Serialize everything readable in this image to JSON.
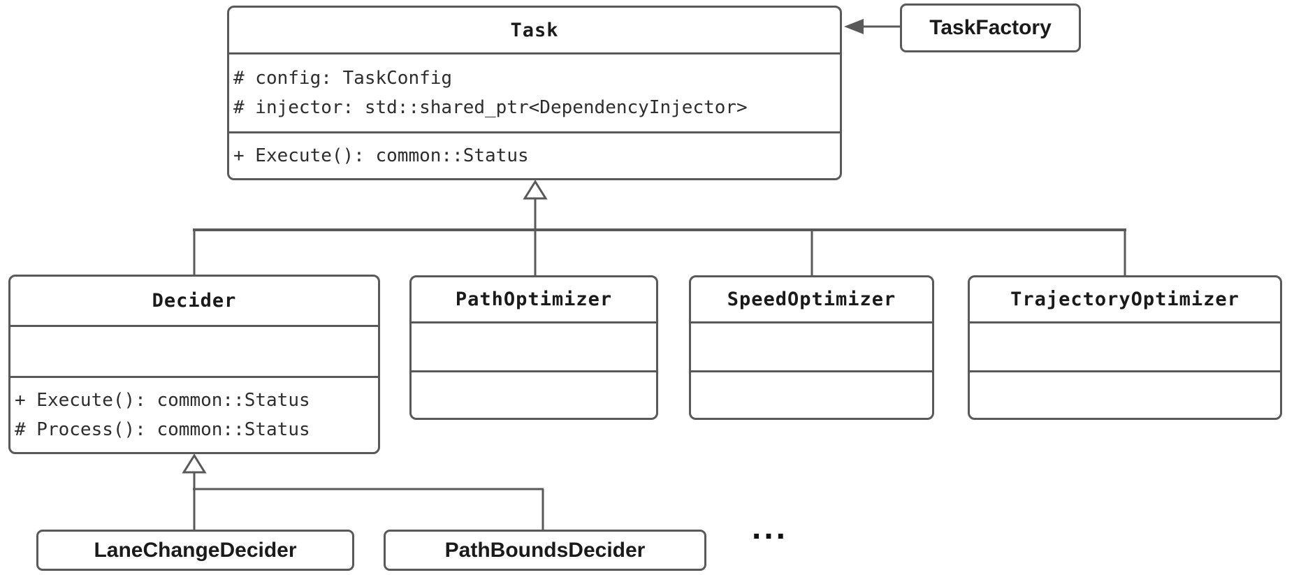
{
  "classes": {
    "task": {
      "name": "Task",
      "attributes": [
        "# config: TaskConfig",
        "# injector: std::shared_ptr<DependencyInjector>"
      ],
      "methods": [
        "+ Execute(): common::Status"
      ]
    },
    "decider": {
      "name": "Decider",
      "attributes": [],
      "methods": [
        "+ Execute(): common::Status",
        "# Process(): common::Status"
      ]
    },
    "path_optimizer": {
      "name": "PathOptimizer",
      "attributes": [],
      "methods": []
    },
    "speed_optimizer": {
      "name": "SpeedOptimizer",
      "attributes": [],
      "methods": []
    },
    "trajectory_optimizer": {
      "name": "TrajectoryOptimizer",
      "attributes": [],
      "methods": []
    }
  },
  "nodes": {
    "task_factory": {
      "label": "TaskFactory"
    },
    "lane_change_decider": {
      "label": "LaneChangeDecider"
    },
    "path_bounds_decider": {
      "label": "PathBoundsDecider"
    },
    "ellipsis": {
      "label": "..."
    }
  },
  "relations": {
    "task_children": [
      "Decider",
      "PathOptimizer",
      "SpeedOptimizer",
      "TrajectoryOptimizer"
    ],
    "decider_children": [
      "LaneChangeDecider",
      "PathBoundsDecider"
    ],
    "dependency": "TaskFactory -> Task"
  },
  "colors": {
    "line": "#595959",
    "title_text": "#1a1a1a",
    "member_text": "#2d2d2d",
    "background": "#ffffff"
  }
}
